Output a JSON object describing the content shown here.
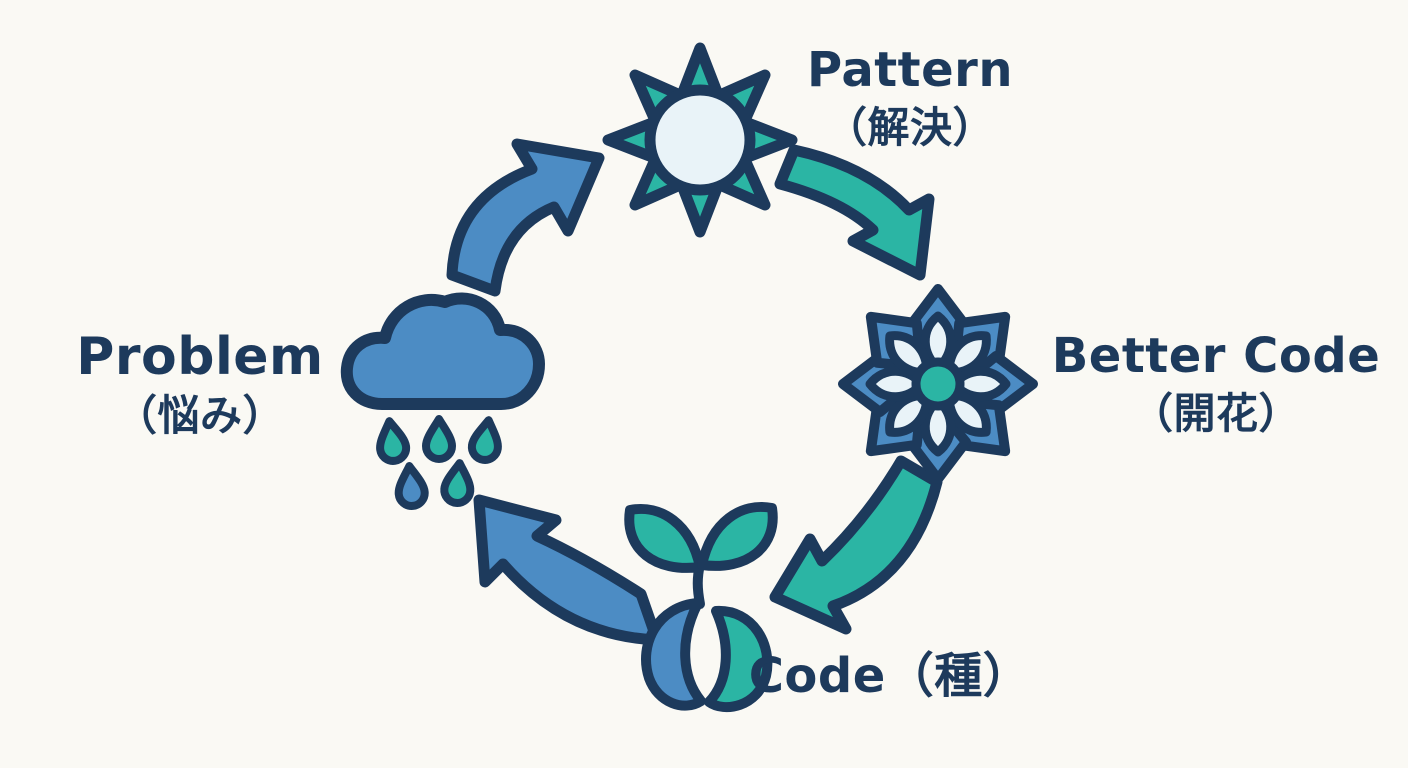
{
  "diagram": {
    "title": "Problem to Better Code growth cycle",
    "type": "cycle",
    "direction": "clockwise",
    "nodes": [
      {
        "id": "problem",
        "label": "Problem",
        "sublabel": "（悩み）",
        "icon": "rain-cloud-icon"
      },
      {
        "id": "pattern",
        "label": "Pattern",
        "sublabel": "（解決）",
        "icon": "sun-icon"
      },
      {
        "id": "better-code",
        "label": "Better Code",
        "sublabel": "（開花）",
        "icon": "flower-icon"
      },
      {
        "id": "code",
        "label": "Code（種）",
        "sublabel": "",
        "icon": "seed-sprout-icon"
      }
    ],
    "edges": [
      {
        "from": "problem",
        "to": "pattern",
        "color": "blue"
      },
      {
        "from": "pattern",
        "to": "better-code",
        "color": "teal"
      },
      {
        "from": "better-code",
        "to": "code",
        "color": "teal"
      },
      {
        "from": "code",
        "to": "problem",
        "color": "blue"
      }
    ]
  },
  "colors": {
    "paper": "#faf9f4",
    "ink": "#1d3a5c",
    "blue": "#4c8cc4",
    "teal": "#2bb5a4",
    "pale": "#e9f3f8"
  }
}
